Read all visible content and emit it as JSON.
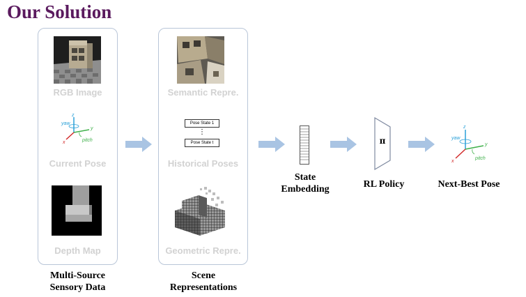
{
  "title": "Our Solution",
  "panel1": {
    "labels": {
      "rgb": "RGB Image",
      "pose": "Current Pose",
      "depth": "Depth Map"
    },
    "caption_line1": "Multi-Source",
    "caption_line2": "Sensory Data"
  },
  "panel2": {
    "labels": {
      "semantic": "Semantic Repre.",
      "historical": "Historical Poses",
      "geometric": "Geometric Repre."
    },
    "pose_state_1": "Pose State 1",
    "pose_state_t": "Pose State t",
    "dots": "⋮",
    "caption_line1": "Scene",
    "caption_line2": "Representations"
  },
  "state": {
    "line1": "State",
    "line2": "Embedding"
  },
  "policy": {
    "symbol": "π",
    "label": "RL Policy"
  },
  "next": {
    "label": "Next-Best Pose"
  },
  "axes": {
    "z": "z",
    "y": "y",
    "x": "x",
    "yaw": "yaw",
    "pitch": "pitch"
  },
  "colors": {
    "title": "#5a1a5e",
    "arrow": "#a9c4e3",
    "panel_border": "#b9c6d8",
    "z_axis": "#2aa0d8",
    "y_axis": "#3fb04a",
    "x_axis": "#d22a2a"
  }
}
